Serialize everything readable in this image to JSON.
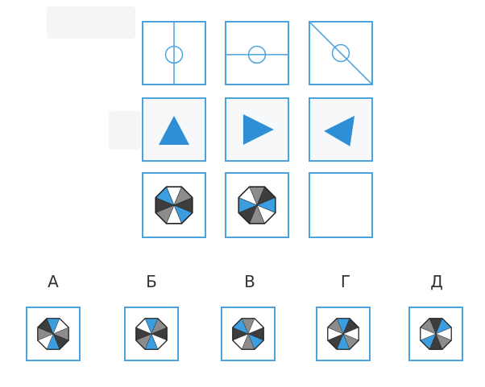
{
  "colors": {
    "frame_blue": "#4aa3dc",
    "triangle_blue": "#2f8fd6",
    "sector_blue": "#3a9ee0",
    "sector_dark": "#3d3d3d",
    "sector_gray": "#8c8c8c",
    "sector_white": "#ffffff"
  },
  "puzzle": {
    "row1": [
      {
        "figure": "circle-with-vertical-line"
      },
      {
        "figure": "circle-with-horizontal-line"
      },
      {
        "figure": "circle-with-diagonal-line"
      }
    ],
    "row2": [
      {
        "figure": "triangle-pointing-up"
      },
      {
        "figure": "triangle-pointing-right"
      },
      {
        "figure": "triangle-pointing-left"
      }
    ],
    "row3": [
      {
        "figure": "octagon-pattern",
        "sectors": [
          "white",
          "gray",
          "dark",
          "blue",
          "white",
          "gray",
          "dark",
          "blue"
        ]
      },
      {
        "figure": "octagon-pattern",
        "sectors": [
          "gray",
          "dark",
          "blue",
          "white",
          "gray",
          "dark",
          "blue",
          "white"
        ]
      },
      {
        "figure": "empty"
      }
    ]
  },
  "options": [
    {
      "label": "А",
      "sectors": [
        "blue",
        "white",
        "gray",
        "dark",
        "blue",
        "white",
        "gray",
        "dark"
      ]
    },
    {
      "label": "Б",
      "sectors": [
        "blue",
        "gray",
        "dark",
        "white",
        "blue",
        "gray",
        "dark",
        "white"
      ]
    },
    {
      "label": "В",
      "sectors": [
        "gray",
        "white",
        "dark",
        "blue",
        "gray",
        "white",
        "dark",
        "blue"
      ]
    },
    {
      "label": "Г",
      "sectors": [
        "blue",
        "dark",
        "white",
        "gray",
        "blue",
        "dark",
        "white",
        "gray"
      ]
    },
    {
      "label": "Д",
      "sectors": [
        "dark",
        "blue",
        "white",
        "gray",
        "dark",
        "blue",
        "white",
        "gray"
      ]
    }
  ]
}
